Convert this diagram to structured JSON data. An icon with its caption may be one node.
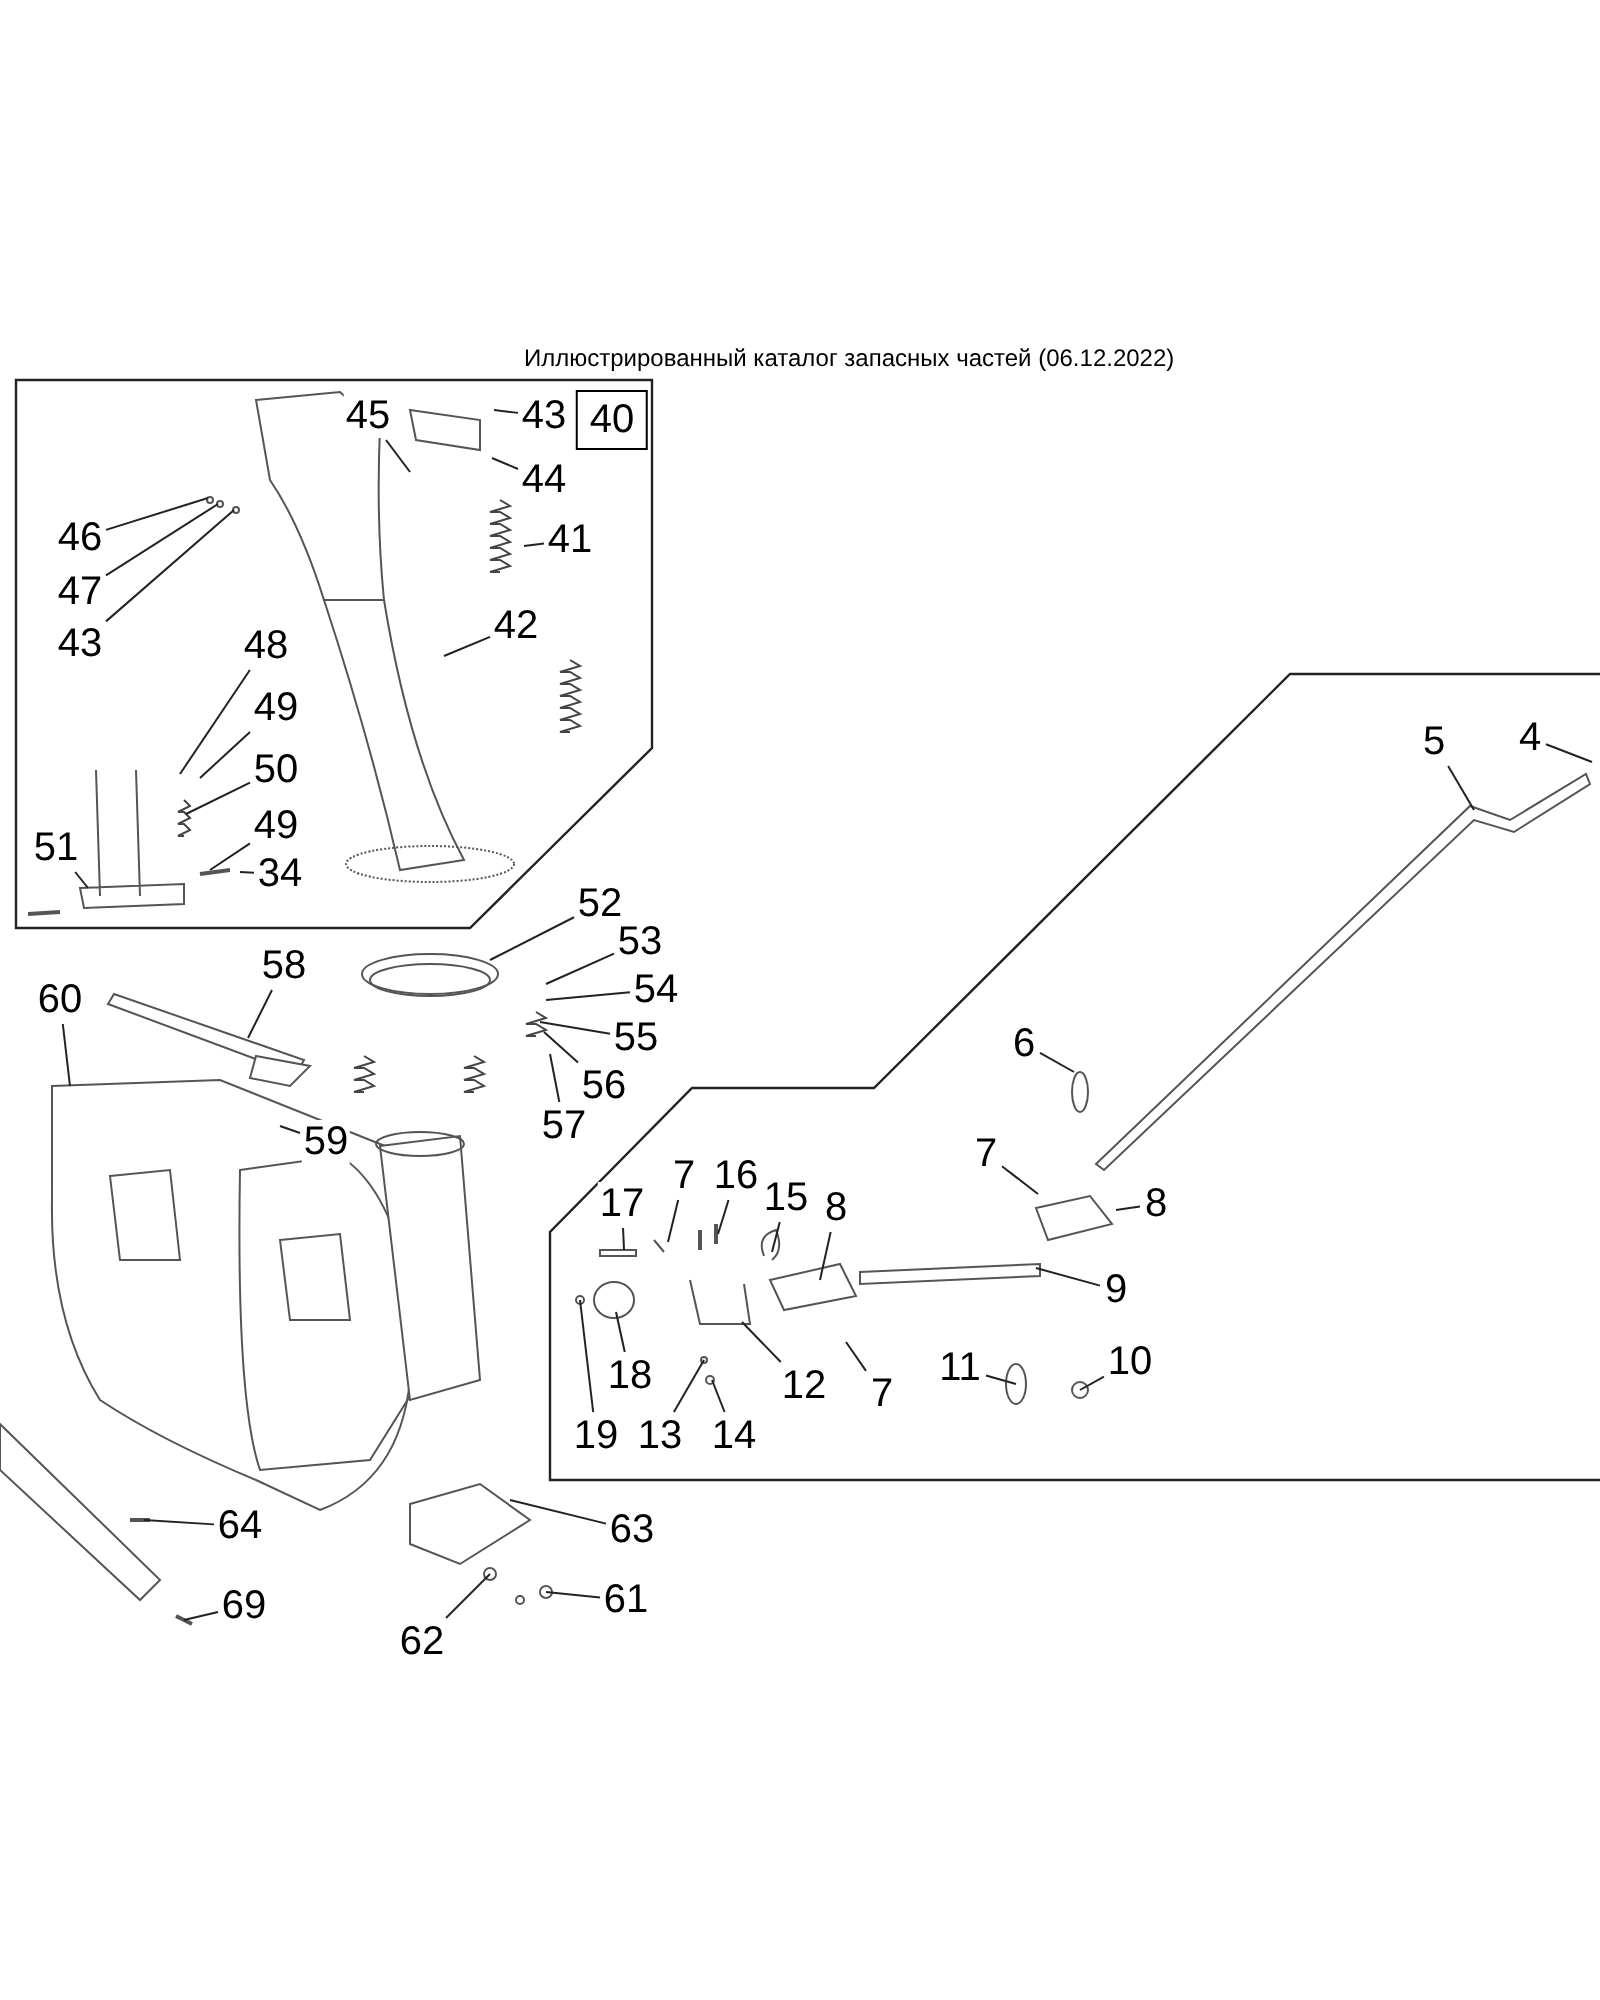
{
  "diagram": {
    "title": "Иллюстрированный каталог запасных частей (06.12.2022)",
    "nodes": [
      {
        "text": [
          "45"
        ]
      },
      {
        "text": [
          "43"
        ]
      },
      {
        "text": [
          "40"
        ]
      },
      {
        "text": [
          "44"
        ]
      },
      {
        "text": [
          "41"
        ]
      },
      {
        "text": [
          "46"
        ]
      },
      {
        "text": [
          "42"
        ]
      },
      {
        "text": [
          "47"
        ]
      },
      {
        "text": [
          "43"
        ]
      },
      {
        "text": [
          "48"
        ]
      },
      {
        "text": [
          "49"
        ]
      },
      {
        "text": [
          "50"
        ]
      },
      {
        "text": [
          "49"
        ]
      },
      {
        "text": [
          "51"
        ]
      },
      {
        "text": [
          "34"
        ]
      },
      {
        "text": [
          "52"
        ]
      },
      {
        "text": [
          "53"
        ]
      },
      {
        "text": [
          "54"
        ]
      },
      {
        "text": [
          "60"
        ]
      },
      {
        "text": [
          "58"
        ]
      },
      {
        "text": [
          "55"
        ]
      },
      {
        "text": [
          "56"
        ]
      },
      {
        "text": [
          "57"
        ]
      },
      {
        "text": [
          "59"
        ]
      },
      {
        "text": [
          "4"
        ]
      },
      {
        "text": [
          "5"
        ]
      },
      {
        "text": [
          "6"
        ]
      },
      {
        "text": [
          "7"
        ]
      },
      {
        "text": [
          "16"
        ]
      },
      {
        "text": [
          "7"
        ]
      },
      {
        "text": [
          "15"
        ]
      },
      {
        "text": [
          "17"
        ]
      },
      {
        "text": [
          "8"
        ]
      },
      {
        "text": [
          "8"
        ]
      },
      {
        "text": [
          "9"
        ]
      },
      {
        "text": [
          "18"
        ]
      },
      {
        "text": [
          "12"
        ]
      },
      {
        "text": [
          "11"
        ]
      },
      {
        "text": [
          "10"
        ]
      },
      {
        "text": [
          "7"
        ]
      },
      {
        "text": [
          "19"
        ]
      },
      {
        "text": [
          "13"
        ]
      },
      {
        "text": [
          "14"
        ]
      },
      {
        "text": [
          "64"
        ]
      },
      {
        "text": [
          "63"
        ]
      },
      {
        "text": [
          "61"
        ]
      },
      {
        "text": [
          "69"
        ]
      },
      {
        "text": [
          "62"
        ]
      }
    ],
    "edges": [
      {
        "from": 0,
        "to": null,
        "arrow": "none"
      },
      {
        "from": 1,
        "to": null,
        "arrow": "none"
      },
      {
        "from": 3,
        "to": null,
        "arrow": "none"
      },
      {
        "from": 4,
        "to": null,
        "arrow": "none"
      },
      {
        "from": 5,
        "to": null,
        "arrow": "none"
      },
      {
        "from": 6,
        "to": null,
        "arrow": "none"
      },
      {
        "from": 7,
        "to": null,
        "arrow": "none"
      },
      {
        "from": 8,
        "to": null,
        "arrow": "none"
      },
      {
        "from": 9,
        "to": null,
        "arrow": "none"
      },
      {
        "from": 10,
        "to": null,
        "arrow": "none"
      },
      {
        "from": 11,
        "to": null,
        "arrow": "none"
      },
      {
        "from": 12,
        "to": null,
        "arrow": "none"
      },
      {
        "from": 13,
        "to": null,
        "arrow": "none"
      },
      {
        "from": 14,
        "to": null,
        "arrow": "none"
      },
      {
        "from": 15,
        "to": null,
        "arrow": "none"
      },
      {
        "from": 16,
        "to": null,
        "arrow": "none"
      },
      {
        "from": 17,
        "to": null,
        "arrow": "none"
      },
      {
        "from": 18,
        "to": null,
        "arrow": "none"
      },
      {
        "from": 19,
        "to": null,
        "arrow": "none"
      },
      {
        "from": 20,
        "to": null,
        "arrow": "none"
      },
      {
        "from": 21,
        "to": null,
        "arrow": "none"
      },
      {
        "from": 22,
        "to": null,
        "arrow": "none"
      },
      {
        "from": 23,
        "to": null,
        "arrow": "none"
      },
      {
        "from": 24,
        "to": null,
        "arrow": "none"
      },
      {
        "from": 25,
        "to": null,
        "arrow": "none"
      },
      {
        "from": 26,
        "to": null,
        "arrow": "none"
      },
      {
        "from": 27,
        "to": null,
        "arrow": "none"
      },
      {
        "from": 28,
        "to": null,
        "arrow": "none"
      },
      {
        "from": 29,
        "to": null,
        "arrow": "none"
      },
      {
        "from": 30,
        "to": null,
        "arrow": "none"
      },
      {
        "from": 31,
        "to": null,
        "arrow": "none"
      },
      {
        "from": 32,
        "to": null,
        "arrow": "none"
      },
      {
        "from": 33,
        "to": null,
        "arrow": "none"
      },
      {
        "from": 34,
        "to": null,
        "arrow": "none"
      },
      {
        "from": 35,
        "to": null,
        "arrow": "none"
      },
      {
        "from": 36,
        "to": null,
        "arrow": "none"
      },
      {
        "from": 37,
        "to": null,
        "arrow": "none"
      },
      {
        "from": 38,
        "to": null,
        "arrow": "none"
      },
      {
        "from": 39,
        "to": null,
        "arrow": "none"
      },
      {
        "from": 40,
        "to": null,
        "arrow": "none"
      },
      {
        "from": 41,
        "to": null,
        "arrow": "none"
      },
      {
        "from": 42,
        "to": null,
        "arrow": "none"
      },
      {
        "from": 43,
        "to": null,
        "arrow": "none"
      },
      {
        "from": 44,
        "to": null,
        "arrow": "none"
      },
      {
        "from": 45,
        "to": null,
        "arrow": "none"
      },
      {
        "from": 46,
        "to": null,
        "arrow": "none"
      },
      {
        "from": 47,
        "to": null,
        "arrow": "none"
      }
    ]
  }
}
